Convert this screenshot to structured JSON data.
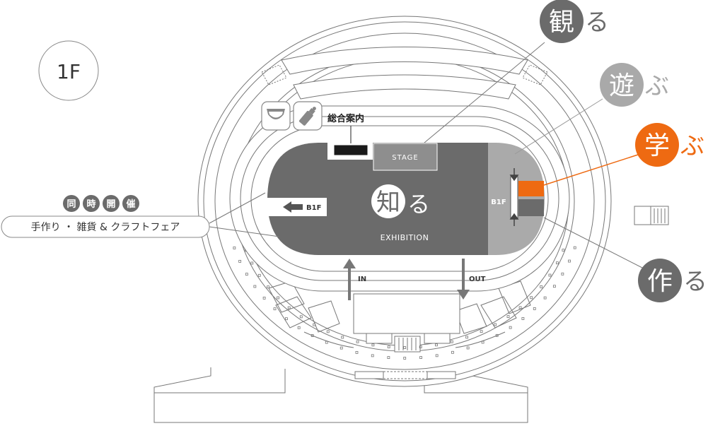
{
  "floor": {
    "label": "1F"
  },
  "info_desk": {
    "label": "総合案内"
  },
  "stage": {
    "label": "STAGE"
  },
  "exhibition": {
    "kanji": "知",
    "kana": "る",
    "label": "EXHIBITION"
  },
  "b1f_label": "B1F",
  "entrance": {
    "in_label": "IN",
    "out_label": "OUT"
  },
  "zones": [
    {
      "kanji": "観",
      "kana": "る",
      "color": "#6b6b6b"
    },
    {
      "kanji": "遊",
      "kana": "ぶ",
      "color": "#a9a9a9"
    },
    {
      "kanji": "学",
      "kana": "ぶ",
      "color": "#ee6a12"
    },
    {
      "kanji": "作",
      "kana": "る",
      "color": "#6b6b6b"
    }
  ],
  "concurrent": {
    "chars": [
      "同",
      "時",
      "開",
      "催"
    ],
    "text": "手作り ・ 雑貨 & クラフトフェア"
  },
  "icons": [
    "diaper-icon",
    "baby-bottle-icon"
  ]
}
